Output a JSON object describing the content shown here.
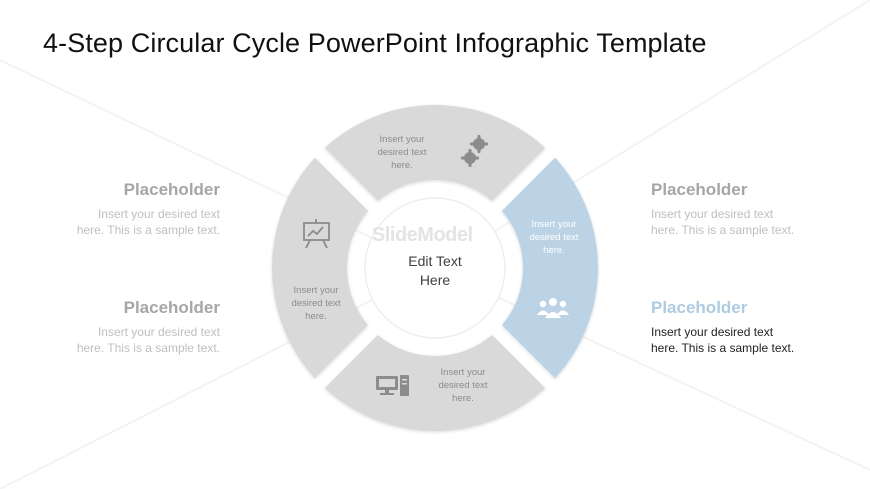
{
  "title": "4-Step Circular Cycle PowerPoint Infographic Template",
  "center": {
    "line1": "Edit Text",
    "line2": "Here"
  },
  "watermark": "SlideModel",
  "colors": {
    "segment_gray": "#d9d9d9",
    "segment_active": "#bcd3e5",
    "icon_gray": "#8c8c8c",
    "title_gray": "#a6a6a6",
    "active_title": "#aecbe0"
  },
  "segments": [
    {
      "position": "top",
      "lines": [
        "Insert your",
        "desired text",
        "here."
      ],
      "icon": "gears-icon",
      "active": false
    },
    {
      "position": "right",
      "lines": [
        "Insert your",
        "desired text",
        "here."
      ],
      "icon": "users-icon",
      "active": true
    },
    {
      "position": "bottom",
      "lines": [
        "Insert your",
        "desired text",
        "here."
      ],
      "icon": "computer-icon",
      "active": false
    },
    {
      "position": "left",
      "lines": [
        "Insert your",
        "desired text",
        "here."
      ],
      "icon": "presentation-board-icon",
      "active": false
    }
  ],
  "side_blocks": [
    {
      "title": "Placeholder",
      "line1": "Insert your desired text",
      "line2": "here. This is a sample text.",
      "active": false
    },
    {
      "title": "Placeholder",
      "line1": "Insert your desired text",
      "line2": "here. This is a sample text.",
      "active": false
    },
    {
      "title": "Placeholder",
      "line1": "Insert your desired text",
      "line2": "here. This is a sample text.",
      "active": false
    },
    {
      "title": "Placeholder",
      "line1": "Insert your desired text",
      "line2": "here. This is a sample text.",
      "active": true
    }
  ]
}
